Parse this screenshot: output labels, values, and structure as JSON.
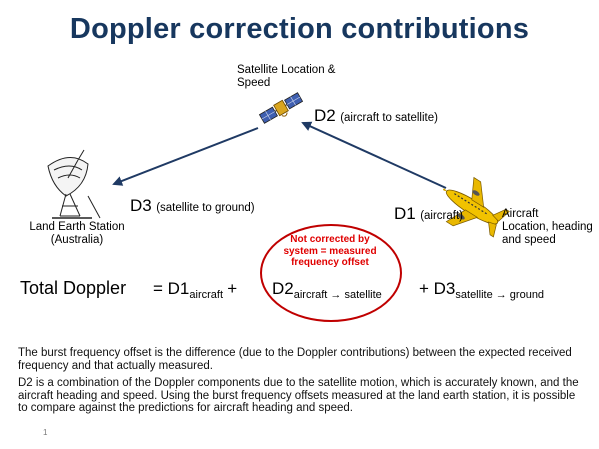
{
  "title": "Doppler correction contributions",
  "satellite": {
    "label_line1": "Satellite Location &",
    "label_line2": "Speed",
    "icon": "satellite-icon"
  },
  "station": {
    "label_line1": "Land Earth Station",
    "label_line2": "(Australia)",
    "icon": "dish-antenna-icon"
  },
  "aircraft": {
    "label_line1": "Aircraft",
    "label_line2": "Location, heading",
    "label_line3": "and speed",
    "icon": "airplane-icon"
  },
  "d2": {
    "main": "D2",
    "sub": "(aircraft to satellite)"
  },
  "d3": {
    "main": "D3",
    "sub": "(satellite  to ground)"
  },
  "d1": {
    "main": "D1",
    "sub": "(aircraft)"
  },
  "note": {
    "line1": "Not corrected by",
    "line2": "system = measured",
    "line3": "frequency offset"
  },
  "equation": {
    "lhs": "Total Doppler",
    "eq1": "= D1",
    "sub1": "aircraft",
    "plus1": "+",
    "t2": "D2",
    "sub2": "aircraft → satellite",
    "plus2": "+ D3",
    "sub3": "satellite → ground"
  },
  "paragraphs": {
    "p1": "The burst frequency offset is the difference (due to the Doppler contributions) between the expected received frequency and that actually measured.",
    "p2": "D2 is a combination of the Doppler components  due to the satellite motion, which is accurately known, and the aircraft heading and speed. Using the burst frequency offsets measured at the land earth station, it is possible to compare against the predictions for aircraft heading and speed."
  },
  "page_number": "1",
  "colors": {
    "title": "#17375e",
    "arrow": "#1f3a64",
    "ellipse": "#c00000",
    "note_text": "#e00000",
    "aircraft_body": "#f2c200"
  }
}
